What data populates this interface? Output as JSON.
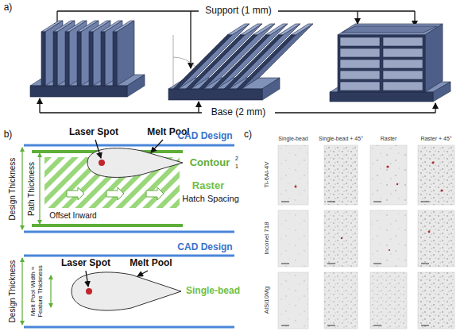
{
  "diagram": {
    "labels": [
      "a)",
      "Support (1 mm)",
      "Base (2 mm)",
      "b)",
      "Laser Spot",
      "Melt Pool",
      "CAD Design",
      "Contour",
      "2",
      "1",
      "Raster",
      "Hatch Spacing",
      "Design Thickness",
      "Path Thickness",
      "Offset Inward",
      "Laser Spot",
      "Melt Pool",
      "CAD Design",
      "Single-bead",
      "Design Thickness",
      "Melt Pool Width ≈ Feature Thickness",
      "c)",
      "Single-bead",
      "Single-bead + 45°",
      "Raster",
      "Raster + 45°",
      "Ti-6Al-4V",
      "Inconel 718",
      "AlSi10Mg"
    ]
  }
}
